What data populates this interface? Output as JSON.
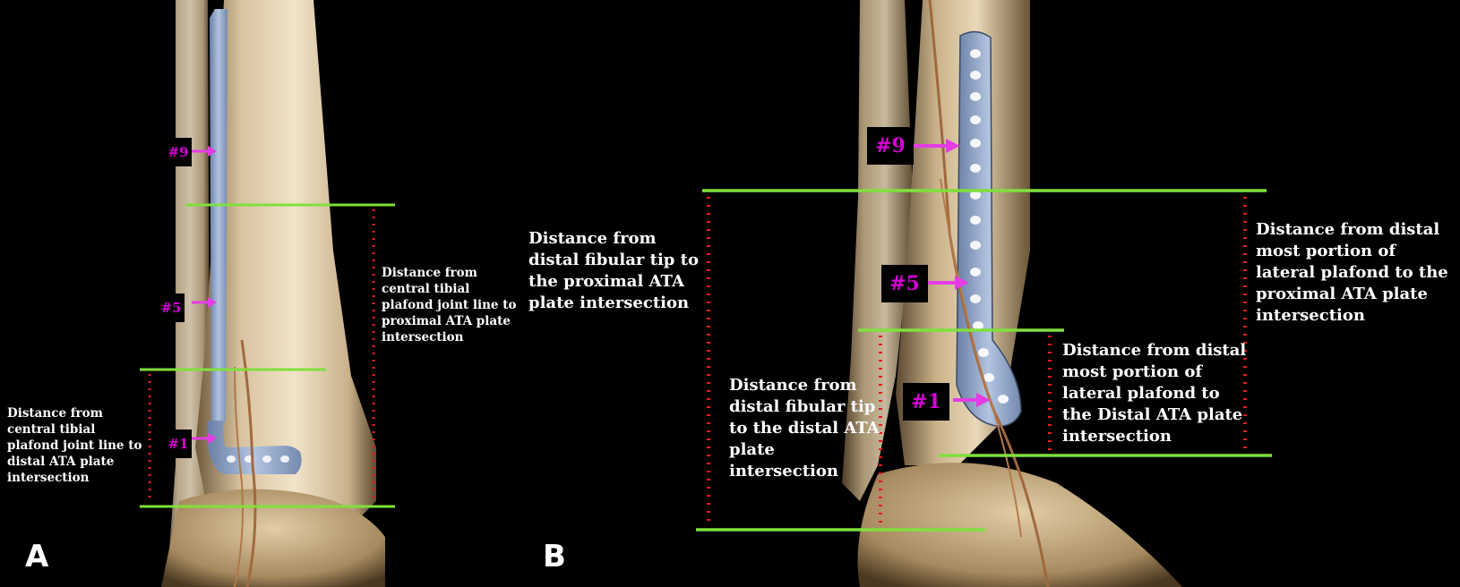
{
  "panels": {
    "a": {
      "letter": "A",
      "tags": [
        "#9",
        "#5",
        "#1"
      ],
      "label_proximal": "Distance from central tibial plafond joint line to proximal ATA plate intersection",
      "label_distal": "Distance from central tibial plafond joint line to distal ATA plate intersection"
    },
    "b": {
      "letter": "B",
      "tags": [
        "#9",
        "#5",
        "#1"
      ],
      "label_fibular_proximal": "Distance from distal fibular tip to the proximal ATA plate intersection",
      "label_fibular_distal": "Distance from distal fibular tip to the distal ATA plate intersection",
      "label_lateral_distal": "Distance from distal most portion of lateral plafond to the Distal ATA plate intersection",
      "label_lateral_proximal": "Distance from distal most portion of lateral plafond to the proximal ATA plate intersection"
    }
  },
  "colors": {
    "measure_line": "#7fe03c",
    "dotted_line": "#e01e1e",
    "arrow": "#e43ce4",
    "plate": "#9aaed0",
    "bone": "#d8c3a0"
  },
  "icons": [
    "arrow-right-icon"
  ]
}
